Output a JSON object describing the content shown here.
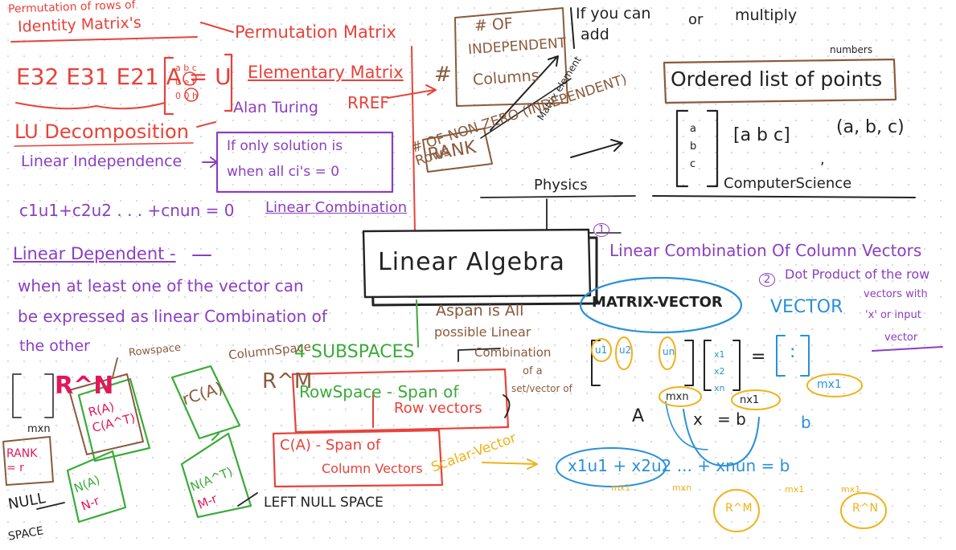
{
  "colors": {
    "red": "#e8423a",
    "purple": "#8a3fc0",
    "black": "#222222",
    "blue": "#2a90d8",
    "orange": "#f0b21a",
    "green": "#3aab3a",
    "brown": "#8a5a3c",
    "magenta": "#e0185c"
  },
  "left_panel": {
    "permutation_of_rows": "Permutation of rows of",
    "identity_matrix": "Identity Matrix's",
    "elimination_eq": "E32 E31 E21 A = U",
    "permutation_matrix": "Permutation Matrix",
    "elementary_matrix": "Elementary Matrix",
    "rref": "RREF",
    "lu_decomposition": "LU Decomposition",
    "alan_turing": "Alan Turing",
    "linear_independence": "Linear Independence",
    "only_solution": "If only solution is",
    "when_all": "when all ci's = 0",
    "lin_comb_eq": "c1u1+c2u2 . . . +cnun = 0",
    "linear_combination": "Linear Combination",
    "linear_dependent": "Linear Dependent -",
    "dependent_line1": "when at least one of the vector can",
    "dependent_line2": "be expressed as linear Combination of",
    "dependent_line3": "the other"
  },
  "rank_panel": {
    "hash": "#",
    "independent_columns": [
      "# OF",
      "INDEPENDENT",
      "Columns"
    ],
    "rank": "RANK",
    "matrix_element": "Matrix element",
    "nonzero_rows": "# OF NON ZERO (INDEPENDENT) Rows"
  },
  "top_right": {
    "if_you_can": "If you can",
    "or": "or",
    "multiply": "multiply",
    "add": "add",
    "numbers": "numbers",
    "ordered_list": "Ordered list of points",
    "vector_col": [
      "a",
      "b",
      "c"
    ],
    "vector_row": "[a b c]",
    "tuple": "(a, b, c)",
    "physics": "Physics",
    "computer_science": "ComputerScience"
  },
  "center": {
    "title": "Linear Algebra",
    "four_subspaces": "4 SUBSPACES",
    "aspan_line1": "Aspan is All",
    "aspan_line2": "possible Linear",
    "combination_line1": "Combination",
    "combination_line2": "of a",
    "set_of_vectors": "set/vector of",
    "rowspace_box": "RowSpace - Span of",
    "row_vectors": "Row vectors",
    "colspace_box": "C(A) - Span of",
    "column_vectors": "Column Vectors",
    "scalar_vector": "Scalar-Vector"
  },
  "subspaces": {
    "rowspace": "Rowspace",
    "columnspace": "ColumnSpace",
    "rn": "R^N",
    "rm": "R^M",
    "mxn": "mxn",
    "ra_box": [
      "R(A)",
      "C(A^T)"
    ],
    "rca_box": "rC(A)",
    "rank_eq_r": [
      "RANK",
      "= r"
    ],
    "null_space": [
      "NULL",
      "SPACE"
    ],
    "na_box": [
      "N(A)",
      "N-r"
    ],
    "left_null_box": [
      "N(A^T)",
      "M-r"
    ],
    "left_null_space": "LEFT NULL SPACE"
  },
  "right_panel": {
    "one": "1",
    "linear_combination_of_column_vectors": "Linear Combination Of Column Vectors",
    "two": "2",
    "dot_product_line1": "Dot Product of the row",
    "dot_product_line2": "vectors with",
    "dot_product_line3": "'x' or input",
    "dot_product_line4": "vector",
    "matrix_vector": "MATRIX-VECTOR",
    "vector": "VECTOR",
    "matrix_cols": [
      "u1",
      "u2",
      "un"
    ],
    "x_entries": [
      "x1",
      "x2",
      "xn"
    ],
    "equals": "=",
    "b_entries": [
      ":"
    ],
    "mx1_top": "mx1",
    "mxn_label": "mxn",
    "nx1_label": "nx1",
    "A": "A",
    "x": "x",
    "b_eq": "= b",
    "b": "b",
    "expansion": "x1u1 + x2u2 ... + xnun = b",
    "mxl": "mx1",
    "mxn_small": "mxn",
    "mx1_small": "mx1",
    "mx1_right": "mx1",
    "rm": "R^M",
    "rn": "R^N"
  }
}
